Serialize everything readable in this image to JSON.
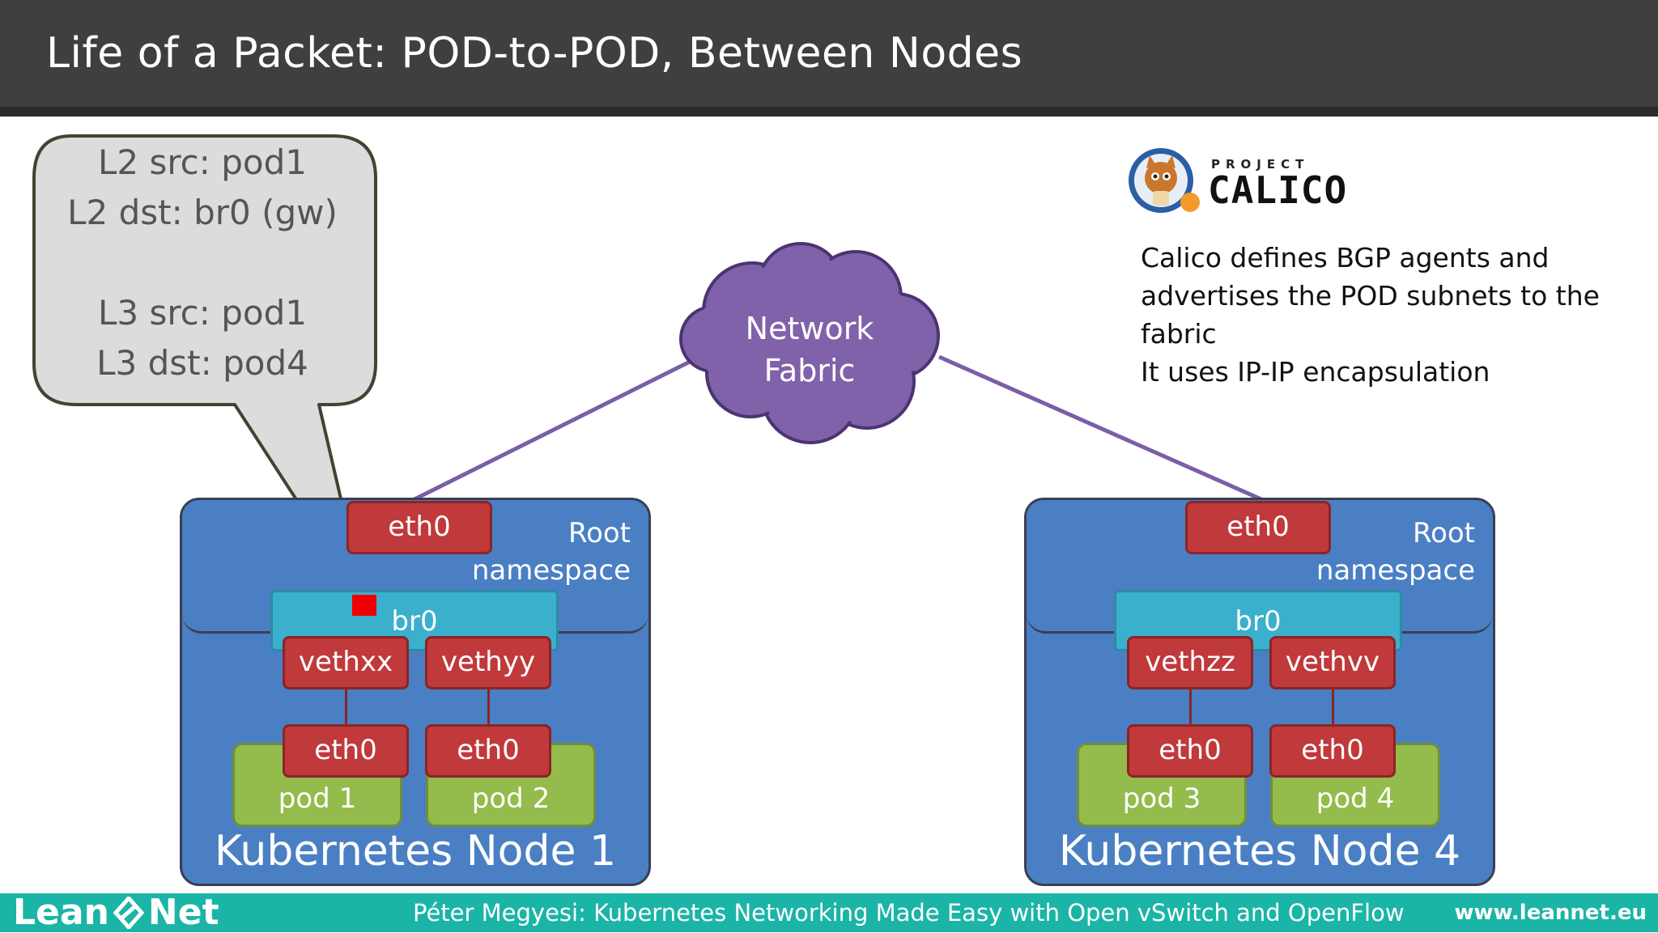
{
  "slide": {
    "title": "Life of a Packet: POD-to-POD, Between Nodes"
  },
  "callout": {
    "l2_src": "L2 src: pod1",
    "l2_dst": "L2 dst: br0 (gw)",
    "l3_src": "L3 src: pod1",
    "l3_dst": "L3 dst: pod4"
  },
  "fabric": {
    "label_line1": "Network",
    "label_line2": "Fabric"
  },
  "calico": {
    "logo_top": "PROJECT",
    "logo_main": "CALICO",
    "description": [
      "Calico defines BGP agents and",
      "advertises the POD subnets to the",
      "fabric",
      "It uses IP-IP encapsulation"
    ]
  },
  "nodes": [
    {
      "title": "Kubernetes Node 1",
      "root_ns_line1": "Root",
      "root_ns_line2": "namespace",
      "eth0": "eth0",
      "bridge": "br0",
      "veths": [
        "vethxx",
        "vethyy"
      ],
      "pod_eths": [
        "eth0",
        "eth0"
      ],
      "pods": [
        "pod 1",
        "pod 2"
      ]
    },
    {
      "title": "Kubernetes Node 4",
      "root_ns_line1": "Root",
      "root_ns_line2": "namespace",
      "eth0": "eth0",
      "bridge": "br0",
      "veths": [
        "vethzz",
        "vethvv"
      ],
      "pod_eths": [
        "eth0",
        "eth0"
      ],
      "pods": [
        "pod 3",
        "pod 4"
      ]
    }
  ],
  "footer": {
    "logo_left": "Lean",
    "logo_right": "Net",
    "caption": "Péter Megyesi: Kubernetes Networking Made Easy with Open vSwitch and OpenFlow",
    "url": "www.leannet.eu"
  },
  "colors": {
    "header_bg": "#3f3f3f",
    "footer_bg": "#1ab5a6",
    "node_bg": "#4a7fc4",
    "interface_red": "#c0393b",
    "bridge_cyan": "#3ab0cc",
    "pod_green": "#93bc4c",
    "cloud_purple": "#8062aa",
    "packet_marker": "#ee0000"
  }
}
